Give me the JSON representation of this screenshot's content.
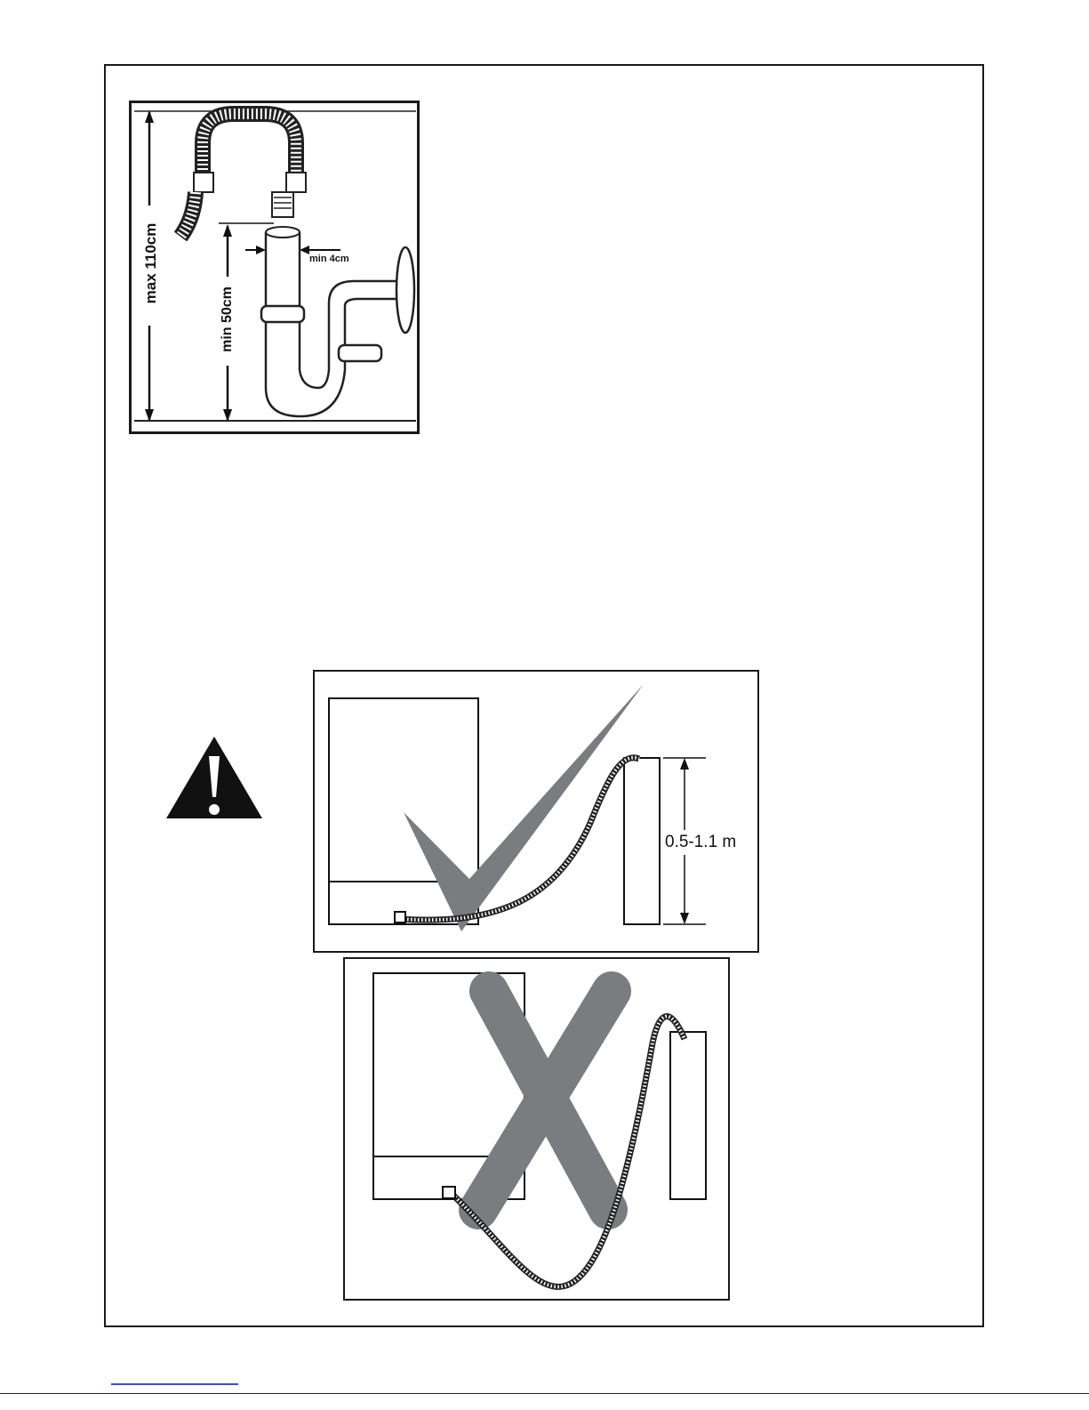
{
  "siphon_diagram": {
    "max_height_label": "max 110cm",
    "min_height_label": "min 50cm",
    "min_diameter_label": "min 4cm"
  },
  "correct_installation": {
    "height_range_label": "0.5-1.1 m",
    "mark_color": "#7a7c7f"
  },
  "wrong_installation": {
    "mark_color": "#7a7c7f"
  },
  "footer": {
    "link_color": "#3a4bd8"
  }
}
